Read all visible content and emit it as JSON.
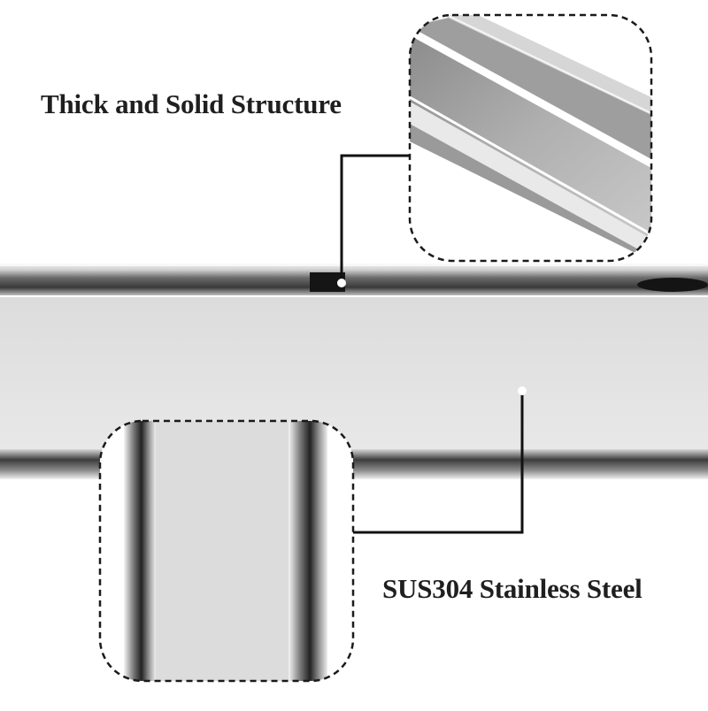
{
  "labels": {
    "top": "Thick and Solid Structure",
    "bottom": "SUS304 Stainless Steel"
  },
  "colors": {
    "background": "#ffffff",
    "steel_light": "#e6e6e6",
    "steel_mid": "#b4b4b4",
    "steel_dark": "#2e2e2e",
    "callout_line": "#111111",
    "callout_dot": "#ffffff"
  },
  "callouts": [
    {
      "name": "thick-solid-structure-callout",
      "detail": "top-rim-closeup"
    },
    {
      "name": "sus304-stainless-steel-callout",
      "detail": "side-wall-closeup"
    }
  ]
}
